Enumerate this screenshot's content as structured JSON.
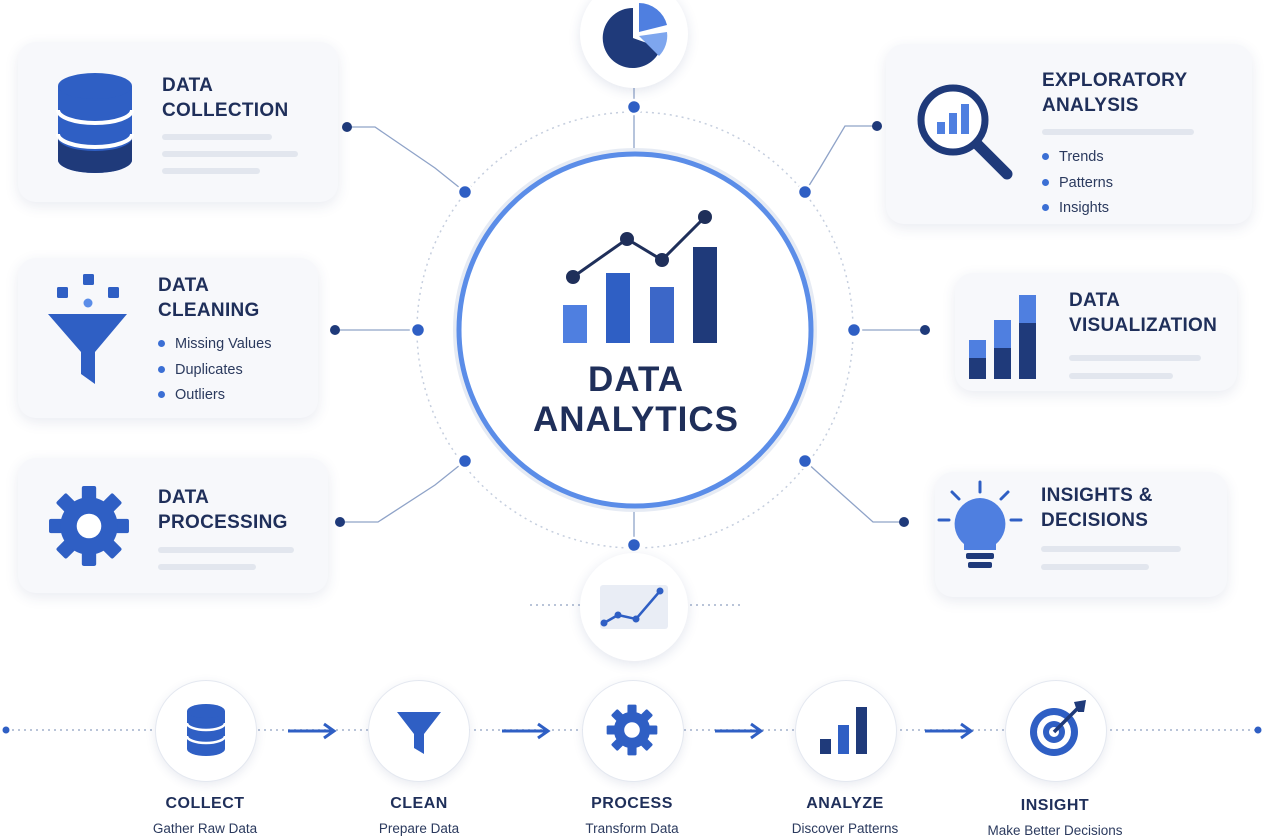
{
  "hub": {
    "line1": "DATA",
    "line2": "ANALYTICS",
    "icon": "chart-icon"
  },
  "cards": {
    "collection": {
      "title": "DATA\nCOLLECTION",
      "icon": "database-icon"
    },
    "cleaning": {
      "title": "DATA\nCLEANING",
      "icon": "funnel-icon",
      "bullets": [
        "Missing Values",
        "Duplicates",
        "Outliers"
      ]
    },
    "processing": {
      "title": "DATA\nPROCESSING",
      "icon": "gear-icon"
    },
    "exploratory": {
      "title": "EXPLORATORY\nANALYSIS",
      "icon": "magnifier-icon",
      "bullets": [
        "Trends",
        "Patterns",
        "Insights"
      ]
    },
    "visualization": {
      "title": "DATA\nVISUALIZATION",
      "icon": "bar-chart-icon"
    },
    "insights": {
      "title": "INSIGHTS &\nDECISIONS",
      "icon": "lightbulb-icon"
    }
  },
  "satellites": {
    "top": "pie-chart-icon",
    "bottom": "line-chart-icon"
  },
  "steps": [
    {
      "label": "COLLECT",
      "sub": "Gather Raw Data",
      "icon": "database-icon"
    },
    {
      "label": "CLEAN",
      "sub": "Prepare Data",
      "icon": "funnel-icon"
    },
    {
      "label": "PROCESS",
      "sub": "Transform Data",
      "icon": "gear-icon"
    },
    {
      "label": "ANALYZE",
      "sub": "Discover Patterns",
      "icon": "bar-chart-icon"
    },
    {
      "label": "INSIGHT",
      "sub": "Make Better Decisions",
      "icon": "target-icon"
    }
  ],
  "colors": {
    "primary": "#2f5fc4",
    "dark": "#1f3a7a",
    "light": "#5b8de8",
    "text": "#1f2f5a"
  }
}
